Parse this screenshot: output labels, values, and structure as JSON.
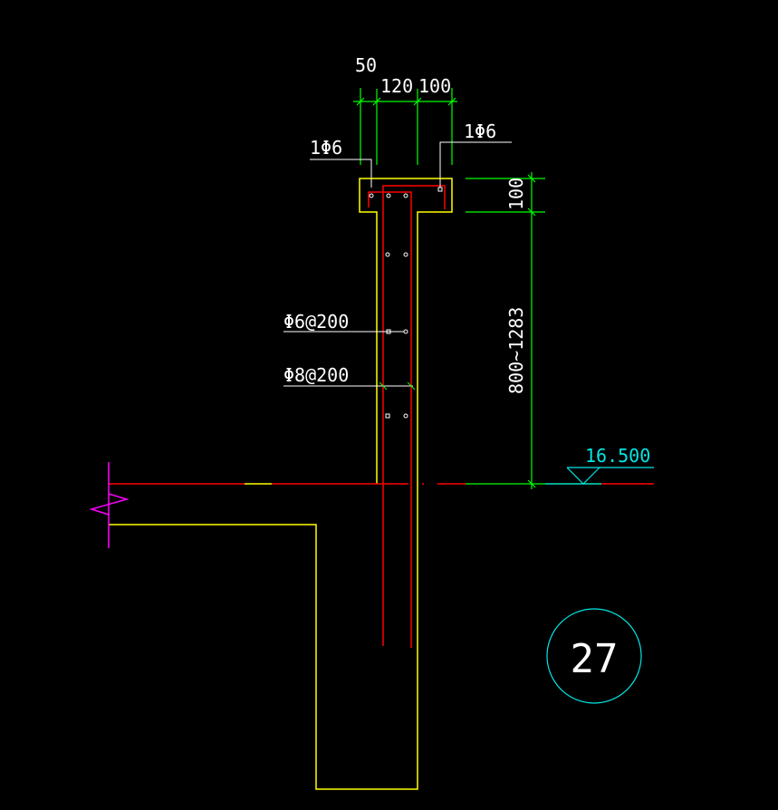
{
  "drawing": {
    "dimensions_top": {
      "d1": "50",
      "d2": "120",
      "d3": "100"
    },
    "dimensions_right": {
      "cap_height": "100",
      "wall_height": "800~1283"
    },
    "labels": {
      "left_bar": "1Φ6",
      "right_bar": "1Φ6",
      "stirrup": "Φ6@200",
      "vertical_bar": "Φ8@200"
    },
    "level": "16.500",
    "detail_number": "27"
  },
  "colors": {
    "background": "#000000",
    "concrete": "#ffff00",
    "rebar": "#ff0000",
    "dimension": "#00ff00",
    "level": "#00e5e5",
    "break": "#ff00ff",
    "text": "#ffffff"
  }
}
